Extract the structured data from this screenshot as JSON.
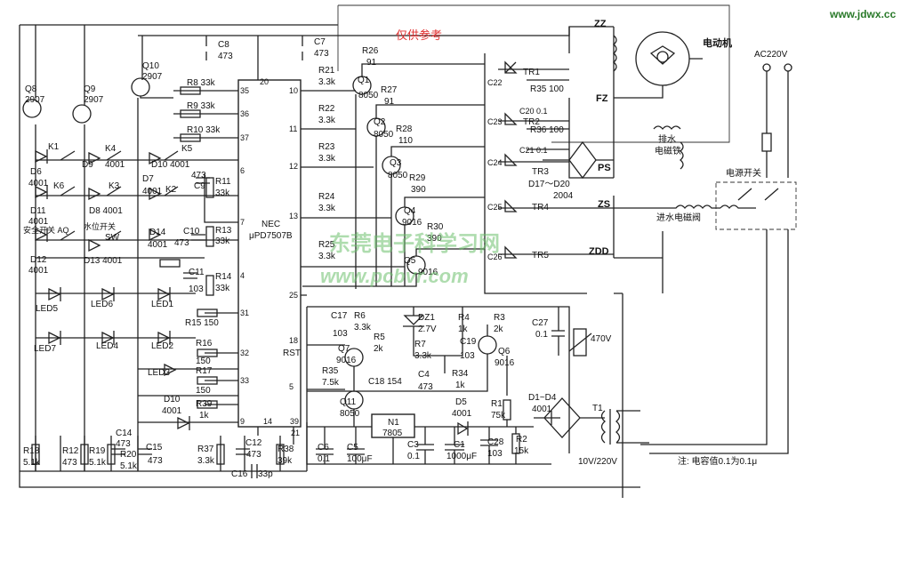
{
  "header": {
    "reference_note": "仅供参考",
    "site": "www.jdwx.cc"
  },
  "watermark": {
    "line1": "东莞电子科学习网",
    "line2": "www.pcbvr.com"
  },
  "ic": {
    "name_line1": "NEC",
    "name_line2": "μPD7507B",
    "pins": [
      "35",
      "36",
      "37",
      "6",
      "7",
      "4",
      "31",
      "32",
      "33",
      "9",
      "14",
      "39",
      "20",
      "10",
      "11",
      "12",
      "13",
      "25",
      "18",
      "5",
      "21"
    ],
    "rst": "RST"
  },
  "transistors": [
    "Q8",
    "2907",
    "Q9",
    "2907",
    "Q10",
    "2907",
    "Q1",
    "8050",
    "Q2",
    "8050",
    "Q3",
    "8050",
    "Q4",
    "9016",
    "Q5",
    "9016",
    "Q7",
    "9016",
    "Q6",
    "9016",
    "Q11",
    "8050"
  ],
  "resistors": [
    "R8 33k",
    "R9 33k",
    "R10 33k",
    "R11",
    "33k",
    "R13",
    "33k",
    "R14",
    "33k",
    "R15 150",
    "R16",
    "150",
    "R17",
    "150",
    "R39",
    "1k",
    "R18",
    "5.1k",
    "R12",
    "473",
    "R19",
    "5.1k",
    "R20",
    "5.1k",
    "R37",
    "3.3k",
    "R38",
    "39k",
    "R21",
    "3.3k",
    "R22",
    "3.3k",
    "R23",
    "3.3k",
    "R24",
    "3.3k",
    "R25",
    "3.3k",
    "R26",
    "91",
    "R27",
    "91",
    "R28",
    "110",
    "R29",
    "390",
    "R30",
    "390",
    "R35 100",
    "R36 100",
    "R6",
    "3.3k",
    "R5",
    "2k",
    "R7",
    "3.3k",
    "R35",
    "7.5k",
    "R34",
    "1k",
    "R4",
    "1k",
    "R3",
    "2k",
    "R1",
    "75k",
    "R2",
    "15k"
  ],
  "capacitors": [
    "C8",
    "473",
    "C7",
    "473",
    "C9",
    "473",
    "C10",
    "473",
    "C11",
    "103",
    "C14",
    "473",
    "C15",
    "473",
    "C12",
    "473",
    "C16",
    "33p",
    "C17",
    "103",
    "C18 154",
    "C19",
    "103",
    "C4",
    "473",
    "C6",
    "0.1",
    "C5",
    "100μF",
    "C3",
    "0.1",
    "C1",
    "1000μF",
    "C28",
    "103",
    "C27",
    "0.1",
    "C20 0.1",
    "C21 0.1",
    "C22",
    "C23",
    "C24",
    "C25",
    "C26"
  ],
  "diodes": [
    "D6",
    "4001",
    "D9",
    "4001",
    "D10 4001",
    "D11",
    "4001",
    "D8 4001",
    "D7",
    "4001",
    "D12",
    "4001",
    "D13 4001",
    "D14",
    "4001",
    "D10",
    "4001",
    "D5",
    "4001",
    "DZ1",
    "2.7V",
    "D1~D4",
    "4001",
    "D17～D20",
    "2004"
  ],
  "switches": [
    "K1",
    "K4",
    "K5",
    "K6",
    "K3",
    "K2",
    "安全开关 AQ",
    "水位开关",
    "SW"
  ],
  "leds": [
    "LED5",
    "LED6",
    "LED1",
    "LED7",
    "LED4",
    "LED2",
    "LED3"
  ],
  "triacs": [
    "TR1",
    "TR2",
    "TR3",
    "TR4",
    "TR5"
  ],
  "loads": {
    "motor": "电动机",
    "zz": "ZZ",
    "fz": "FZ",
    "drain_line1": "排水",
    "drain_line2": "电磁铁",
    "ps": "PS",
    "zs": "ZS",
    "inlet": "进水电磁阀",
    "zdd": "ZDD"
  },
  "power": {
    "ac": "AC220V",
    "switch": "电源开关",
    "regulator_n": "N1",
    "regulator_part": "7805",
    "varistor": "470V",
    "transformer": "T1",
    "transformer_rating": "10V/220V"
  },
  "footnote": "注: 电容值0.1为0.1μ"
}
